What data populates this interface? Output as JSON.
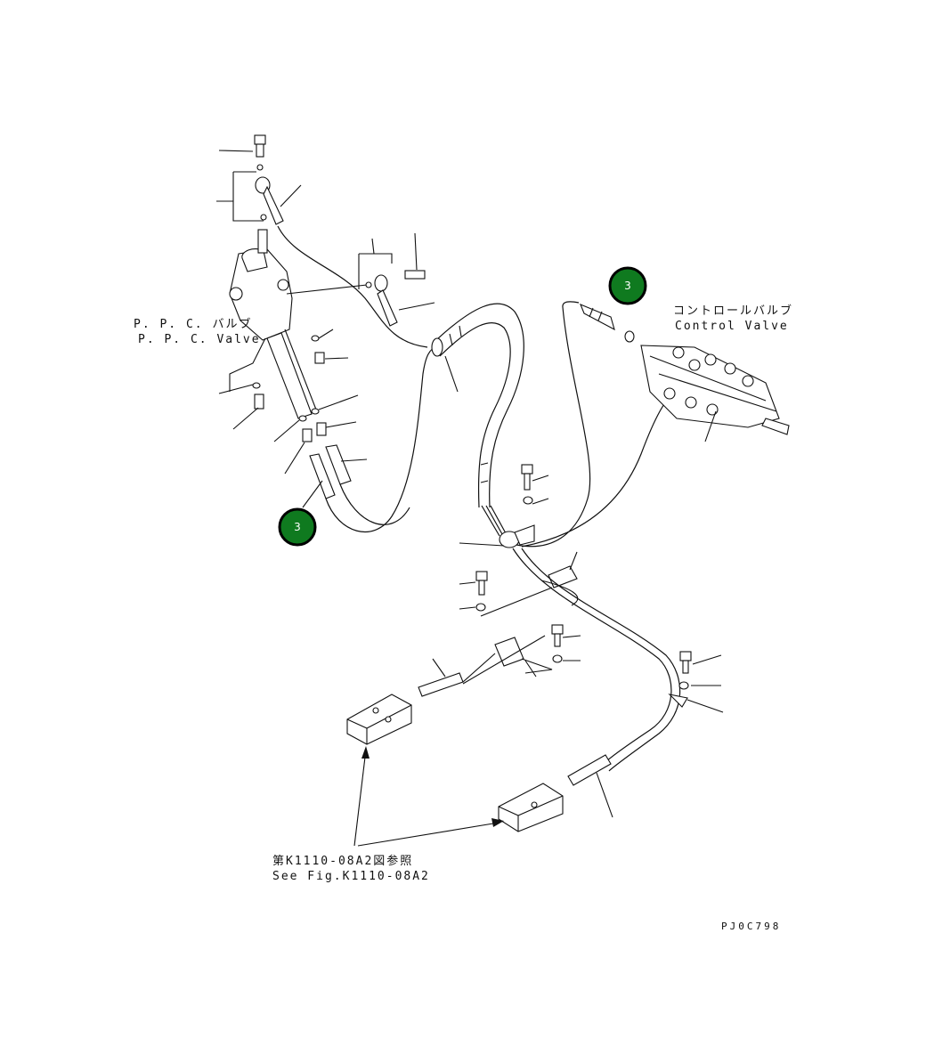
{
  "labels": {
    "ppc_valve_jp": "P. P. C. バルブ",
    "ppc_valve_en": "P. P. C.  Valve",
    "control_valve_jp": "コントロールバルブ",
    "control_valve_en": "Control Valve",
    "fig_ref_jp": "第K1110-08A2図参照",
    "fig_ref_en": "See Fig.K1110-08A2",
    "drawing_code": "PJ0C798"
  },
  "markers": [
    {
      "id": "marker-1",
      "number": "3",
      "color": "#0f7a1f"
    },
    {
      "id": "marker-2",
      "number": "3",
      "color": "#0f7a1f"
    }
  ],
  "colors": {
    "line": "#111111",
    "marker_fill": "#0f7a1f",
    "marker_ring": "#000000"
  }
}
